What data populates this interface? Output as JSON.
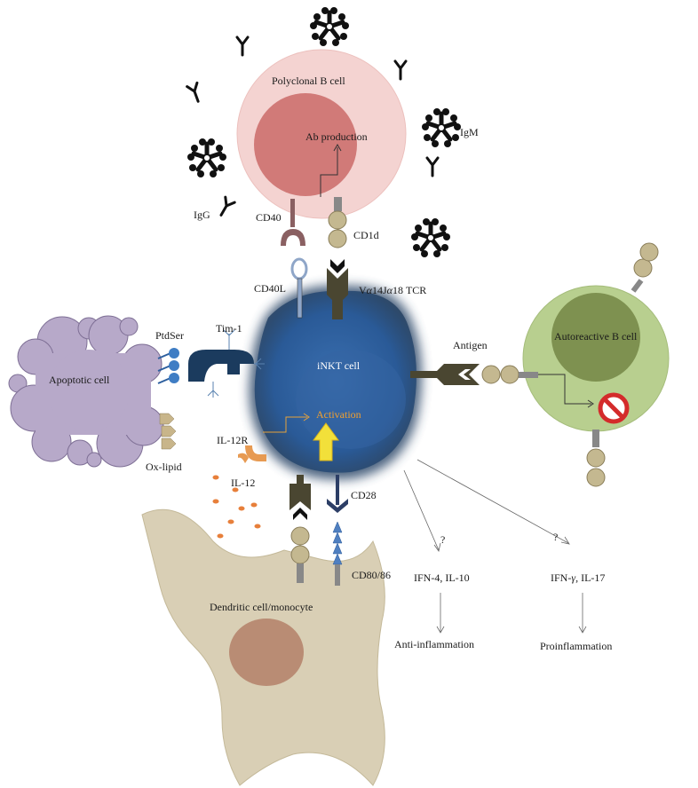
{
  "labels": {
    "polyclonal_b_cell": "Polyclonal B cell",
    "ab_production": "Ab production",
    "igm": "IgM",
    "igg": "IgG",
    "cd40": "CD40",
    "cd1d": "CD1d",
    "cd40l": "CD40L",
    "tcr_prefix": "V",
    "tcr_alpha1": "α",
    "tcr_mid": "14J",
    "tcr_alpha2": "α",
    "tcr_suffix": "18 TCR",
    "tim1": "Tim-1",
    "ptdser": "PtdSer",
    "apoptotic_cell": "Apoptotic cell",
    "ox_lipid": "Ox-lipid",
    "inkt_cell": "iNKT cell",
    "activation": "Activation",
    "antigen": "Antigen",
    "autoreactive_b_cell": "Autoreactive B cell",
    "il12r": "IL-12R",
    "il12": "IL-12",
    "cd28": "CD28",
    "cd80_86": "CD80/86",
    "dendritic_cell": "Dendritic cell/monocyte",
    "question_left": "?",
    "question_right": "?",
    "ifn4_il10": "IFN-4, IL-10",
    "ifn_gamma_prefix": "IFN-",
    "ifn_gamma_greek": "γ",
    "ifn_gamma_suffix": ", IL-17",
    "anti_inflammation": "Anti-inflammation",
    "proinflammation": "Proinflammation"
  },
  "colors": {
    "b_cell_outer": "#f4d3d1",
    "b_cell_nucleus": "#d17a78",
    "inkt_cell": "#2d5f9e",
    "apoptotic_cell": "#b7a9c9",
    "autoreactive_outer": "#b8cf8f",
    "autoreactive_nucleus": "#7e9150",
    "dendritic_cell": "#d9cfb5",
    "dc_nucleus": "#b98c74",
    "receptor_dark": "#4a4631",
    "activation_arrow": "#f2e03a",
    "il12": "#e77f3a",
    "block_sign": "#d42b2b"
  },
  "icons": [
    "igm-pentamer-icon",
    "igg-antibody-icon",
    "block-icon",
    "activation-arrow-icon"
  ]
}
